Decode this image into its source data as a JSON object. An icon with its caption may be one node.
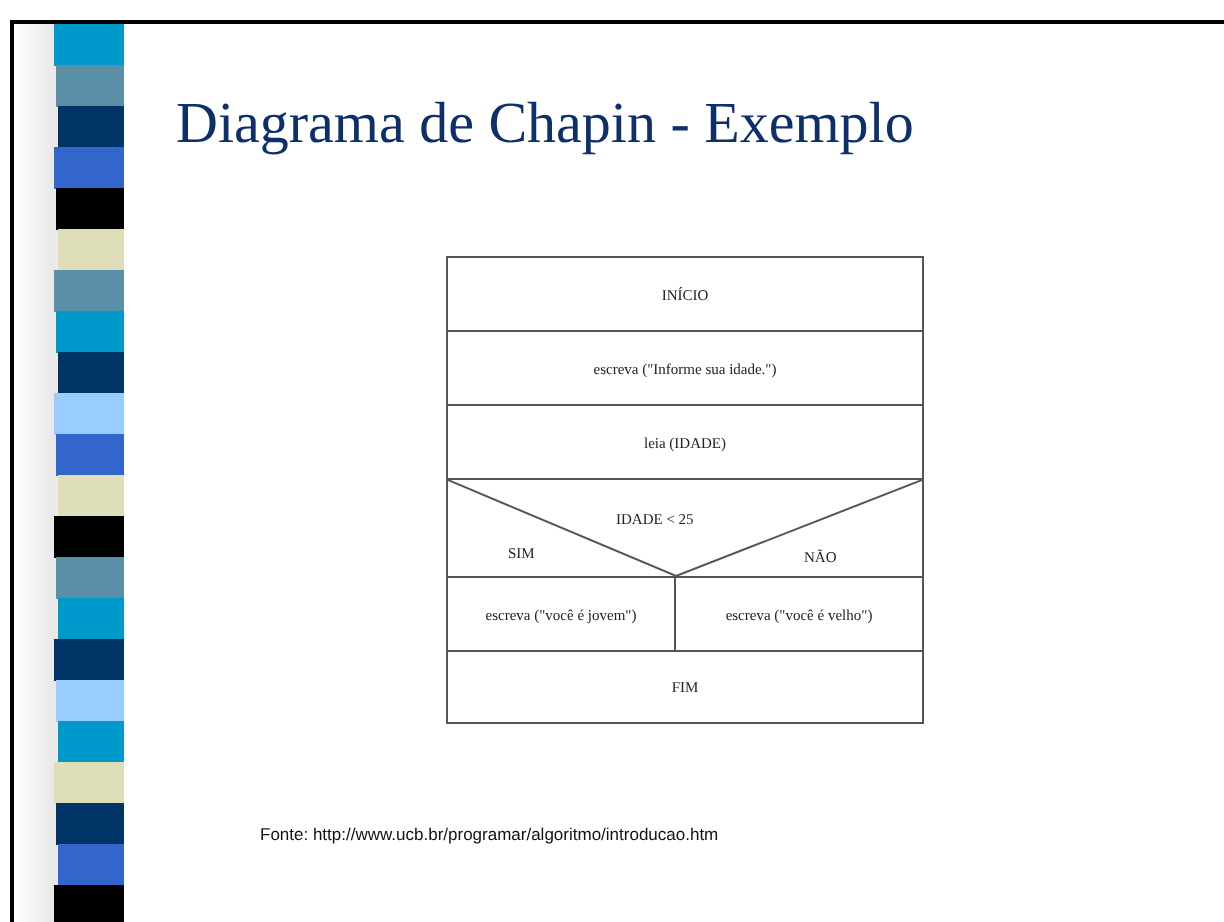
{
  "diagram": {
    "title": "Diagrama de Chapin - Exemplo",
    "nodes": [
      {
        "text": [
          "INÍCIO"
        ]
      },
      {
        "text": [
          "escreva (\"Informe sua idade.\")"
        ]
      },
      {
        "text": [
          "leia (IDADE)"
        ]
      },
      {
        "text": [
          "IDADE < 25",
          "SIM",
          "NÃO"
        ]
      },
      {
        "text": [
          "escreva (\"você é jovem\")"
        ]
      },
      {
        "text": [
          "escreva (\"você é velho\")"
        ]
      },
      {
        "text": [
          "FIM"
        ]
      }
    ],
    "edges": [],
    "labels": [
      "Fonte: http://www.ucb.br/programar/algoritmo/introducao.htm"
    ]
  }
}
